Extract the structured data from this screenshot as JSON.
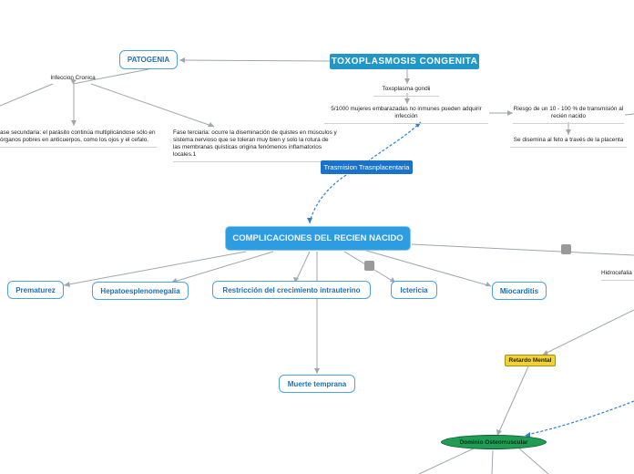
{
  "diagram": {
    "root": "TOXOPLASMOSIS  CONGENITA",
    "patogenia": "PATOGENIA",
    "infeccion_cronica": "Infeccion Cronica",
    "fase_secundaria": "ase secundaria: el parásito continúa multiplicándose sólo en órganos pobres en anticuerpos, como los ojos y el cefalo.",
    "fase_terciaria": "Fase terciaria: ocurre la diseminación de quistes en músculos y sistema nervioso que se toleran muy bien y solo la rotura de las membranas quísticas origina fenómenos inflamatorios locales.1",
    "toxoplasma": "Toxoplasma gondii",
    "mujeres": "5/1000 mujeres embarazadas no inmunes pueden adquirir infección",
    "riesgo": "Riesgo de un 10 - 100 % de transmisión al recién nacido",
    "disemina": "Se disemina al feto a través de la placenta",
    "transmision": "Trasmision Trasnplacentaria",
    "complicaciones": "COMPLICACIONES DEL RECIEN NACIDO",
    "prematurez": "Prematurez",
    "hepato": "Hepatoesplenomegalia",
    "restriccion": "Restricción del crecimiento intrauterino",
    "ictericia": "Ictericia",
    "miocarditis": "Miocarditis",
    "muerte": "Muerte temprana",
    "hidrocefalia": "Hidrocefalia",
    "retardo": "Retardo Mental",
    "dominio": "Dominio Osteomuscular"
  },
  "colors": {
    "root": "#2196c9",
    "complications": "#2e9ce0",
    "transmission": "#1a73c9",
    "pill_border": "#4aa3df",
    "yellow": "#f2d22e",
    "green": "#1f9d55",
    "dashed_link": "#2a7fd4",
    "link": "#a0a6ad"
  }
}
